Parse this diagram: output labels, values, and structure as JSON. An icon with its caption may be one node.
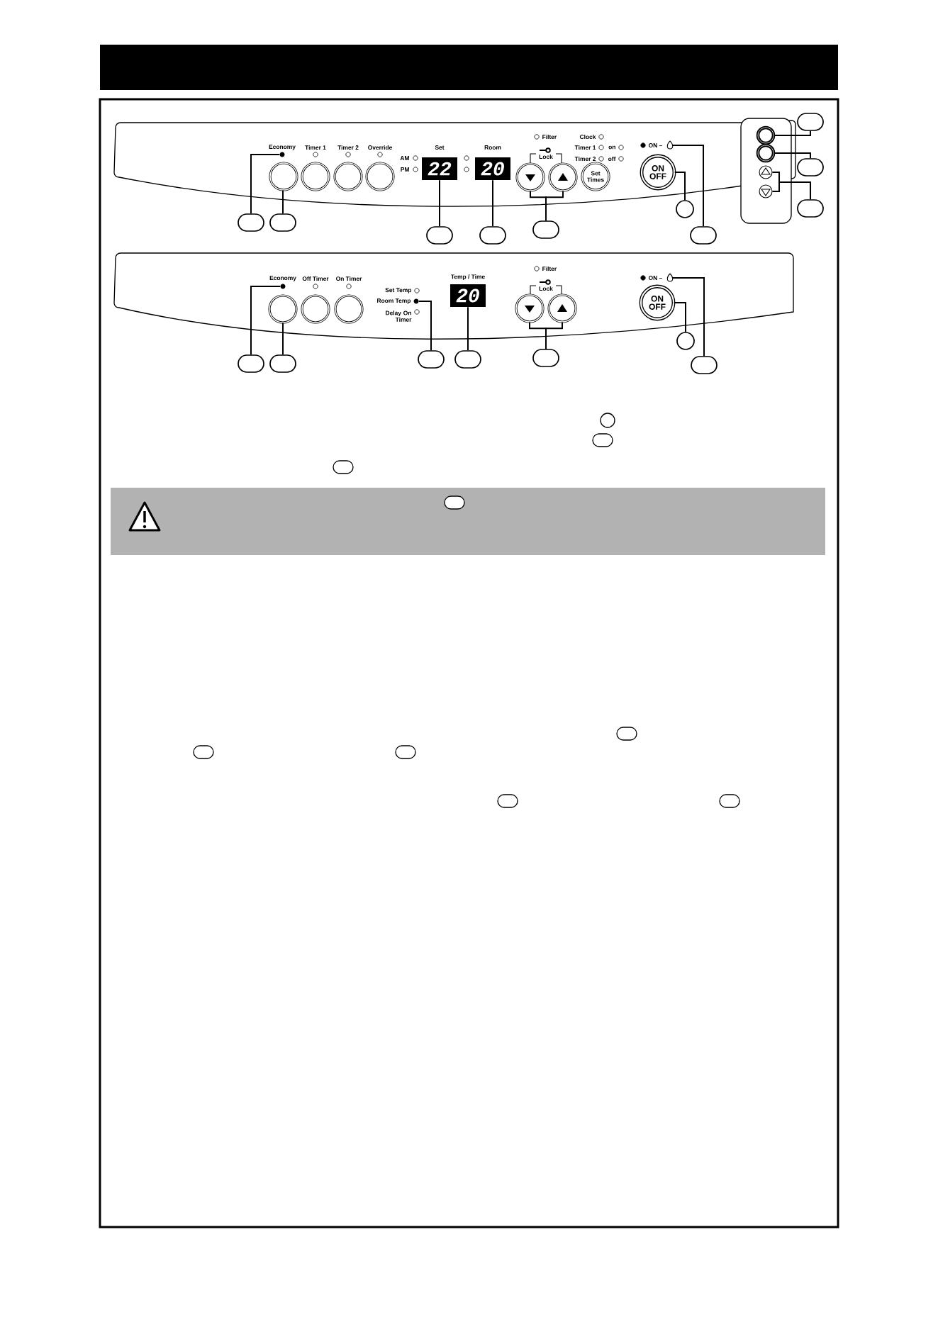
{
  "diagram": {
    "nodes": [
      {
        "text": [],
        "shape": "circle"
      },
      {
        "text": [],
        "shape": "circle"
      },
      {
        "text": [],
        "shape": "circle"
      },
      {
        "text": [],
        "shape": "circle"
      },
      {
        "text": [],
        "shape": "circle"
      },
      {
        "text": [
          "22"
        ]
      },
      {
        "text": [
          "20"
        ]
      },
      {
        "text": [],
        "shape": "circle"
      },
      {
        "text": [],
        "shape": "circle"
      },
      {
        "text": [
          "Set Times"
        ]
      },
      {
        "text": [],
        "shape": "flame"
      },
      {
        "text": [
          "ON OFF"
        ]
      },
      {
        "text": [],
        "shape": "circle"
      },
      {
        "text": [],
        "shape": "circle"
      },
      {
        "text": [],
        "shape": "circle"
      },
      {
        "text": [],
        "shape": "circle"
      },
      {
        "text": [],
        "shape": "box"
      },
      {
        "text": [],
        "shape": "box"
      },
      {
        "text": [],
        "shape": "box"
      },
      {
        "text": [],
        "shape": "box"
      },
      {
        "text": [],
        "shape": "box"
      },
      {
        "text": [],
        "shape": "circle"
      },
      {
        "text": [],
        "shape": "box"
      },
      {
        "text": [],
        "shape": "box"
      },
      {
        "text": [],
        "shape": "box"
      },
      {
        "text": [],
        "shape": "box"
      },
      {
        "text": [],
        "shape": "circle"
      },
      {
        "text": [],
        "shape": "circle"
      },
      {
        "text": [],
        "shape": "circle"
      },
      {
        "text": [],
        "shape": "circle"
      },
      {
        "text": [],
        "shape": "circle"
      },
      {
        "text": [
          "20"
        ]
      },
      {
        "text": [],
        "shape": "circle"
      },
      {
        "text": [],
        "shape": "circle"
      },
      {
        "text": [],
        "shape": "flame"
      },
      {
        "text": [
          "ON OFF"
        ]
      },
      {
        "text": [],
        "shape": "box"
      },
      {
        "text": [],
        "shape": "box"
      },
      {
        "text": [],
        "shape": "box"
      },
      {
        "text": [],
        "shape": "box"
      },
      {
        "text": [],
        "shape": "box"
      },
      {
        "text": [],
        "shape": "circle"
      },
      {
        "text": [],
        "shape": "box"
      },
      {
        "text": [],
        "shape": "circle"
      },
      {
        "text": [],
        "shape": "box"
      },
      {
        "text": [],
        "shape": "box"
      },
      {
        "text": [],
        "shape": "box"
      },
      {
        "text": [],
        "shape": "box"
      },
      {
        "text": [],
        "shape": "box"
      },
      {
        "text": [],
        "shape": "box"
      },
      {
        "text": [],
        "shape": "box"
      },
      {
        "text": [],
        "shape": "box"
      }
    ],
    "edges": [
      {
        "from": 16,
        "to": 0,
        "arrow": "none"
      },
      {
        "from": 17,
        "to": 1,
        "arrow": "none"
      },
      {
        "from": 18,
        "to": 5,
        "arrow": "none"
      },
      {
        "from": 19,
        "to": 6,
        "arrow": "none"
      },
      {
        "from": 20,
        "to": 7,
        "arrow": "none"
      },
      {
        "from": 20,
        "to": 8,
        "arrow": "none"
      },
      {
        "from": 21,
        "to": 11,
        "arrow": "none"
      },
      {
        "from": 22,
        "to": 10,
        "arrow": "none"
      },
      {
        "from": 23,
        "to": 12,
        "arrow": "none"
      },
      {
        "from": 24,
        "to": 13,
        "arrow": "none"
      },
      {
        "from": 25,
        "to": 14,
        "arrow": "none"
      },
      {
        "from": 25,
        "to": 15,
        "arrow": "none"
      },
      {
        "from": 36,
        "to": 26,
        "arrow": "none"
      },
      {
        "from": 37,
        "to": 27,
        "arrow": "none"
      },
      {
        "from": 38,
        "to": 30,
        "arrow": "none"
      },
      {
        "from": 39,
        "to": 31,
        "arrow": "none"
      },
      {
        "from": 40,
        "to": 32,
        "arrow": "none"
      },
      {
        "from": 40,
        "to": 33,
        "arrow": "none"
      },
      {
        "from": 41,
        "to": 35,
        "arrow": "none"
      },
      {
        "from": 42,
        "to": 34,
        "arrow": "none"
      }
    ],
    "labels": [
      "Economy",
      "Timer 1",
      "Timer 2",
      "Override",
      "AM",
      "PM",
      "Set",
      "Room",
      "Filter",
      "Lock",
      "Clock",
      "Timer 1",
      "on",
      "Timer 2",
      "off",
      "ON –",
      "Economy",
      "Off Timer",
      "On Timer",
      "Set Temp",
      "Room Temp",
      "Delay On Timer",
      "Temp / Time",
      "Filter",
      "Lock",
      "ON –"
    ]
  }
}
